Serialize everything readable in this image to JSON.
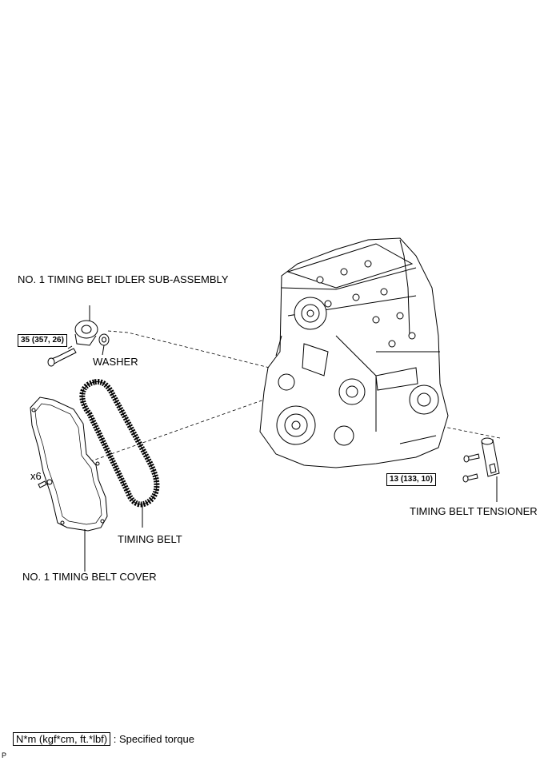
{
  "labels": {
    "idler": "NO. 1 TIMING BELT IDLER SUB-ASSEMBLY",
    "washer": "WASHER",
    "x6": "x6",
    "timing_belt": "TIMING BELT",
    "cover": "NO. 1 TIMING BELT COVER",
    "tensioner": "TIMING BELT TENSIONER"
  },
  "torques": {
    "idler_bolt": "35 (357, 26)",
    "tensioner_bolt": "13 (133, 10)"
  },
  "legend": {
    "unit": "N*m (kgf*cm, ft.*lbf)",
    "text": ": Specified torque"
  },
  "corner_mark": "P"
}
